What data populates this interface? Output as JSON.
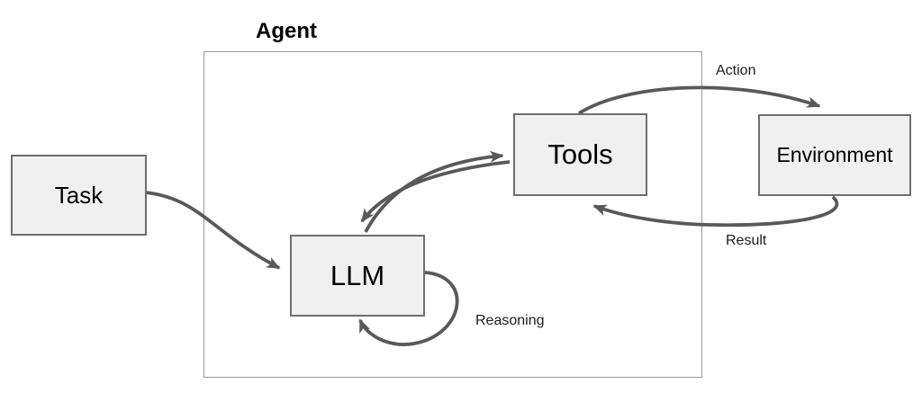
{
  "diagram": {
    "title": "Agent",
    "nodes": {
      "task": {
        "label": "Task"
      },
      "llm": {
        "label": "LLM"
      },
      "tools": {
        "label": "Tools"
      },
      "environment": {
        "label": "Environment"
      }
    },
    "edge_labels": {
      "action": "Action",
      "result": "Result",
      "reasoning": "Reasoning"
    },
    "edges": [
      {
        "from": "task",
        "to": "llm",
        "label": ""
      },
      {
        "from": "llm",
        "to": "tools",
        "label": ""
      },
      {
        "from": "tools",
        "to": "llm",
        "label": ""
      },
      {
        "from": "tools",
        "to": "environment",
        "label": "Action"
      },
      {
        "from": "environment",
        "to": "tools",
        "label": "Result"
      },
      {
        "from": "llm",
        "to": "llm",
        "label": "Reasoning"
      }
    ],
    "colors": {
      "node-fill": "#f0f0f0",
      "node-border": "#6e6e6e",
      "container-border": "#9a9a9a",
      "arrow": "#595959",
      "text": "#1c1c1c",
      "background": "#ffffff"
    }
  }
}
